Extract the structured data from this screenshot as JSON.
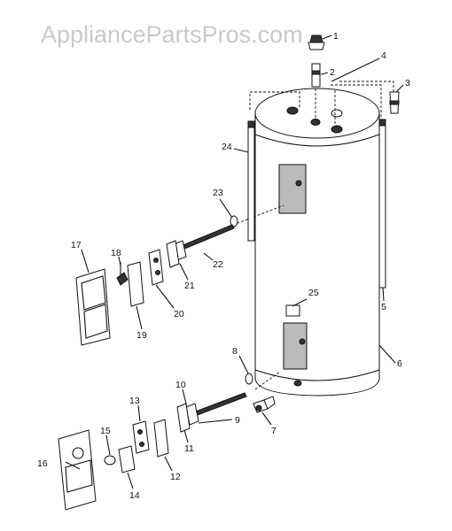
{
  "watermark": "AppliancePartsPros.com",
  "labels": [
    "1",
    "2",
    "3",
    "4",
    "5",
    "6",
    "7",
    "8",
    "9",
    "10",
    "11",
    "12",
    "13",
    "14",
    "15",
    "16",
    "17",
    "18",
    "19",
    "20",
    "21",
    "22",
    "23",
    "24",
    "25"
  ]
}
